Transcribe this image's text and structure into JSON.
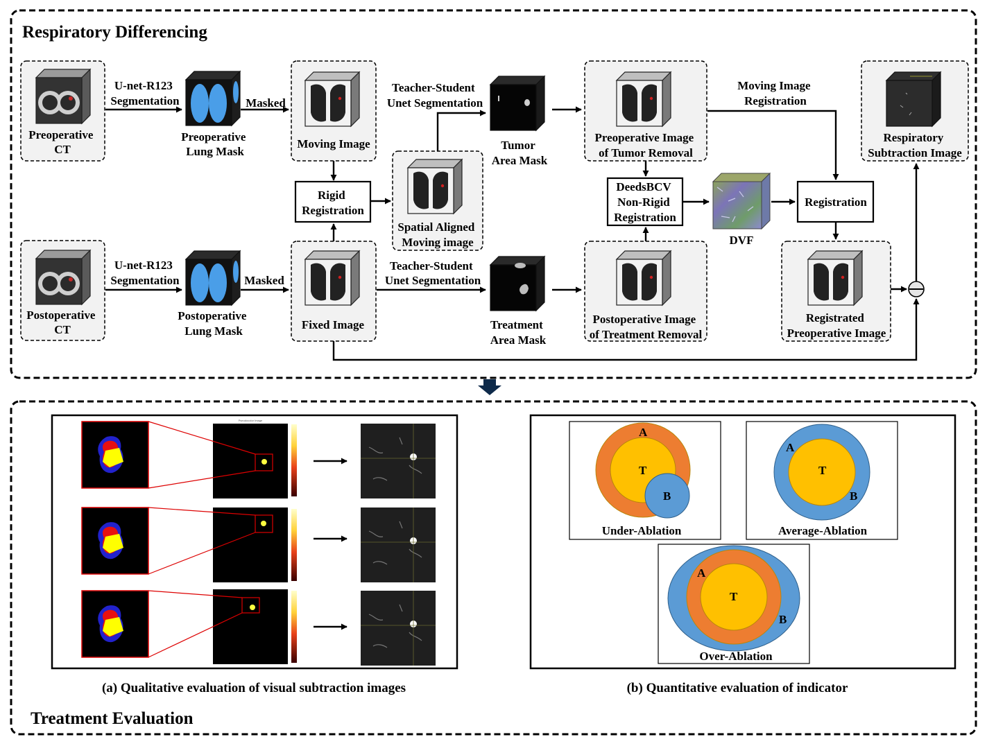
{
  "sections": {
    "top_title": "Respiratory Differencing",
    "bottom_title": "Treatment Evaluation"
  },
  "nodes": {
    "preop_ct": [
      "Preoperative",
      "CT"
    ],
    "postop_ct": [
      "Postoperative",
      "CT"
    ],
    "preop_lung_mask": [
      "Preoperative",
      "Lung Mask"
    ],
    "postop_lung_mask": [
      "Postoperative",
      "Lung Mask"
    ],
    "moving_image": "Moving Image",
    "fixed_image": "Fixed Image",
    "rigid_registration": [
      "Rigid",
      "Registration"
    ],
    "spatial_aligned": [
      "Spatial Aligned",
      "Moving image"
    ],
    "tumor_mask": [
      "Tumor",
      "Area Mask"
    ],
    "treatment_mask": [
      "Treatment",
      "Area Mask"
    ],
    "preop_tumor_removal": [
      "Preoperative Image",
      "of Tumor Removal"
    ],
    "postop_treatment_removal": [
      "Postoperative Image",
      "of Treatment Removal"
    ],
    "deeds": [
      "DeedsBCV",
      "Non-Rigid",
      "Registration"
    ],
    "dvf": "DVF",
    "registration": "Registration",
    "registrated_preop": [
      "Registrated",
      "Preoperative Image"
    ],
    "subtraction_image": [
      "Respiratory",
      "Subtraction Image"
    ]
  },
  "edges": {
    "seg_top": [
      "U-net-R123",
      "Segmentation"
    ],
    "seg_bottom": [
      "U-net-R123",
      "Segmentation"
    ],
    "masked_top": "Masked",
    "masked_bottom": "Masked",
    "ts_top": [
      "Teacher-Student",
      "Unet Segmentation"
    ],
    "ts_bottom": [
      "Teacher-Student",
      "Unet Segmentation"
    ],
    "moving_reg": [
      "Moving Image",
      "Registration"
    ]
  },
  "panel_a": {
    "caption": "(a) Qualitative evaluation of visual subtraction images",
    "plot_title": "Pseudocolor Image"
  },
  "panel_b": {
    "caption": "(b) Quantitative evaluation of indicator",
    "cases": [
      {
        "label": "Under-Ablation",
        "letters": [
          "A",
          "T",
          "B"
        ]
      },
      {
        "label": "Average-Ablation",
        "letters": [
          "A",
          "T",
          "B"
        ]
      },
      {
        "label": "Over-Ablation",
        "letters": [
          "A",
          "T",
          "B"
        ]
      }
    ]
  },
  "colors": {
    "ablation_orange": "#ED7D31",
    "tumor_yellow": "#FFC000",
    "boundary_blue": "#5B9BD5",
    "lung_mask_blue": "#4a9ee8",
    "heat_yellow": "#ffff00",
    "heat_red": "#e81010",
    "heat_blue": "#2222cc"
  }
}
